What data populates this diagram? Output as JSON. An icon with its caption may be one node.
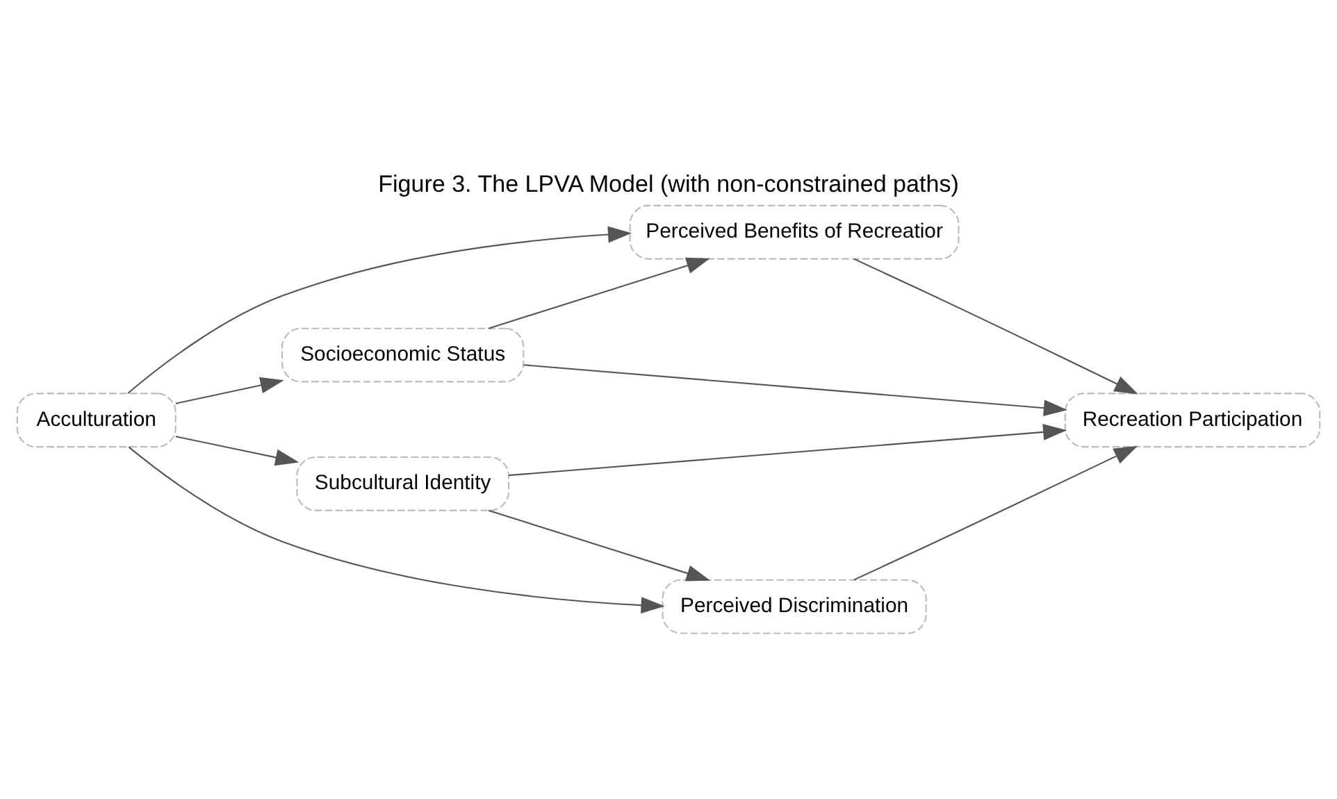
{
  "diagram": {
    "title": "Figure 3. The LPVA Model (with non-constrained paths)",
    "nodes": [
      {
        "text": [
          "Socioeconomic Status"
        ]
      },
      {
        "text": [
          "Acculturation"
        ]
      },
      {
        "text": [
          "Subcultural Identity"
        ]
      },
      {
        "text": [
          "Perceived Benefits of Recreatior"
        ]
      },
      {
        "text": [
          "Perceived Discrimination"
        ]
      },
      {
        "text": [
          "Recreation Participation"
        ]
      }
    ],
    "edges": [
      {
        "from": 1,
        "to": 0,
        "arrow": "to"
      },
      {
        "from": 1,
        "to": 2,
        "arrow": "to"
      },
      {
        "from": 0,
        "to": 3,
        "arrow": "to"
      },
      {
        "from": 1,
        "to": 3,
        "arrow": "to"
      },
      {
        "from": 1,
        "to": 4,
        "arrow": "to"
      },
      {
        "from": 2,
        "to": 4,
        "arrow": "to"
      },
      {
        "from": 3,
        "to": 5,
        "arrow": "to"
      },
      {
        "from": 4,
        "to": 5,
        "arrow": "to"
      },
      {
        "from": 0,
        "to": 5,
        "arrow": "to"
      },
      {
        "from": 2,
        "to": 5,
        "arrow": "to"
      }
    ]
  }
}
